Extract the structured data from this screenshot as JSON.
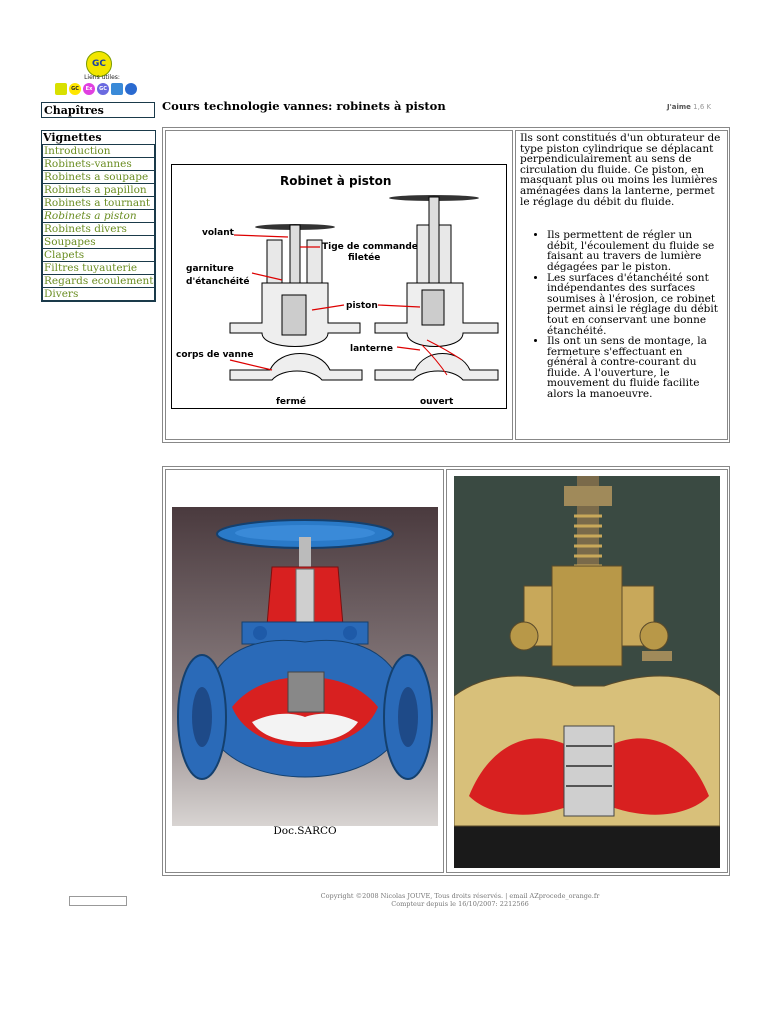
{
  "logo": {
    "text": "GC"
  },
  "links": {
    "label": "Liens utiles:",
    "icons": [
      {
        "name": "link-icon-1",
        "text": ""
      },
      {
        "name": "link-icon-2",
        "text": "GC"
      },
      {
        "name": "link-icon-3",
        "text": "Ex"
      },
      {
        "name": "link-icon-4",
        "text": "GC"
      },
      {
        "name": "link-icon-5",
        "text": ""
      },
      {
        "name": "link-icon-6",
        "text": ""
      }
    ]
  },
  "sidebar": {
    "chapters_label": "Chapîtres",
    "vignettes_label": "Vignettes",
    "items": [
      {
        "label": "Introduction",
        "active": false
      },
      {
        "label": "Robinets-vannes",
        "active": false
      },
      {
        "label": "Robinets a soupape",
        "active": false
      },
      {
        "label": "Robinets a papillon",
        "active": false
      },
      {
        "label": "Robinets a tournant",
        "active": false
      },
      {
        "label": "Robinets a piston",
        "active": true
      },
      {
        "label": "Robinets divers",
        "active": false
      },
      {
        "label": "Soupapes",
        "active": false
      },
      {
        "label": "Clapets",
        "active": false
      },
      {
        "label": "Filtres tuyauterie",
        "active": false
      },
      {
        "label": "Regards ecoulement",
        "active": false
      },
      {
        "label": "Divers",
        "active": false
      }
    ]
  },
  "header": {
    "title": "Cours technologie vannes: robinets à piston",
    "like_label": "J'aime",
    "like_count": "1,6 K"
  },
  "diagram": {
    "title": "Robinet à piston",
    "labels": {
      "volant": "volant",
      "tige_1": "Tige de commande",
      "tige_2": "filetée",
      "garniture_1": "garniture",
      "garniture_2": "d'étanchéité",
      "piston": "piston",
      "corps": "corps de vanne",
      "lanterne": "lanterne",
      "ferme": "fermé",
      "ouvert": "ouvert"
    }
  },
  "description": {
    "intro": "Ils sont constitués d'un obturateur de type piston cylindrique se déplacant perpendiculairement au sens de circulation du fluide. Ce piston, en masquant plus ou moins les lumières aménagées dans la lanterne, permet le réglage du débit du fluide.",
    "bullets": [
      "Ils permettent de régler un débit, l'écoulement du fluide se faisant au travers de lumière dégagées par le piston.",
      "Les surfaces d'étanchéité sont indépendantes des surfaces soumises à l'érosion, ce robinet permet ainsi le réglage du débit tout en conservant une bonne étanchéité.",
      "Ils ont un sens de montage, la fermeture s'effectuant en général à contre-courant du fluide. A l'ouverture, le mouvement du fluide facilite alors la manoeuvre."
    ]
  },
  "photos": {
    "caption": "Doc.SARCO"
  },
  "footer": {
    "line1": "Copyright ©2008 Nicolas JOUVE, Tous droits réservés. | email AZprocede_orange.fr",
    "line2": "Compteur depuis le 16/10/2007: 2212566"
  },
  "colors": {
    "nav_link": "#6b8e23",
    "valve_blue": "#2a6ab8",
    "valve_red": "#d82020",
    "brass": "#c8a85a"
  }
}
